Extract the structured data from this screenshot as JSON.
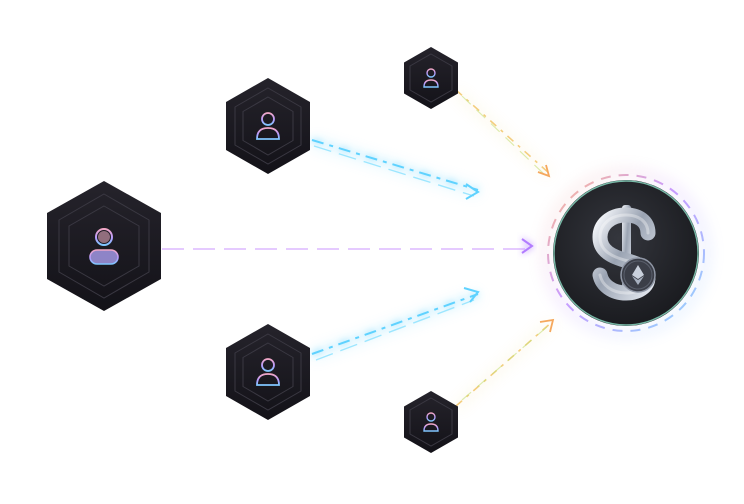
{
  "diagram": {
    "nodes": [
      {
        "id": "user-large",
        "kind": "user",
        "icon": "user-icon"
      },
      {
        "id": "user-mid-top",
        "kind": "user",
        "icon": "user-icon"
      },
      {
        "id": "user-mid-bottom",
        "kind": "user",
        "icon": "user-icon"
      },
      {
        "id": "user-small-top",
        "kind": "user",
        "icon": "user-icon"
      },
      {
        "id": "user-small-bottom",
        "kind": "user",
        "icon": "user-icon"
      },
      {
        "id": "payment-hub",
        "kind": "hub",
        "icon": "dollar-ethereum-icon"
      }
    ],
    "flows": [
      {
        "from": "user-large",
        "to": "payment-hub",
        "color": "#b57bff"
      },
      {
        "from": "user-mid-top",
        "to": "payment-hub",
        "color": "#5fd2ff"
      },
      {
        "from": "user-mid-bottom",
        "to": "payment-hub",
        "color": "#5fd2ff"
      },
      {
        "from": "user-small-top",
        "to": "payment-hub",
        "color": "#f3c96a"
      },
      {
        "from": "user-small-bottom",
        "to": "payment-hub",
        "color": "#f3c96a"
      }
    ],
    "colors": {
      "node_fill": "#1b1921",
      "hub_fill": "#23252b",
      "ring_orange": "#ffb27a",
      "ring_purple": "#a78bfa",
      "ring_blue": "#7dd3fc"
    }
  }
}
